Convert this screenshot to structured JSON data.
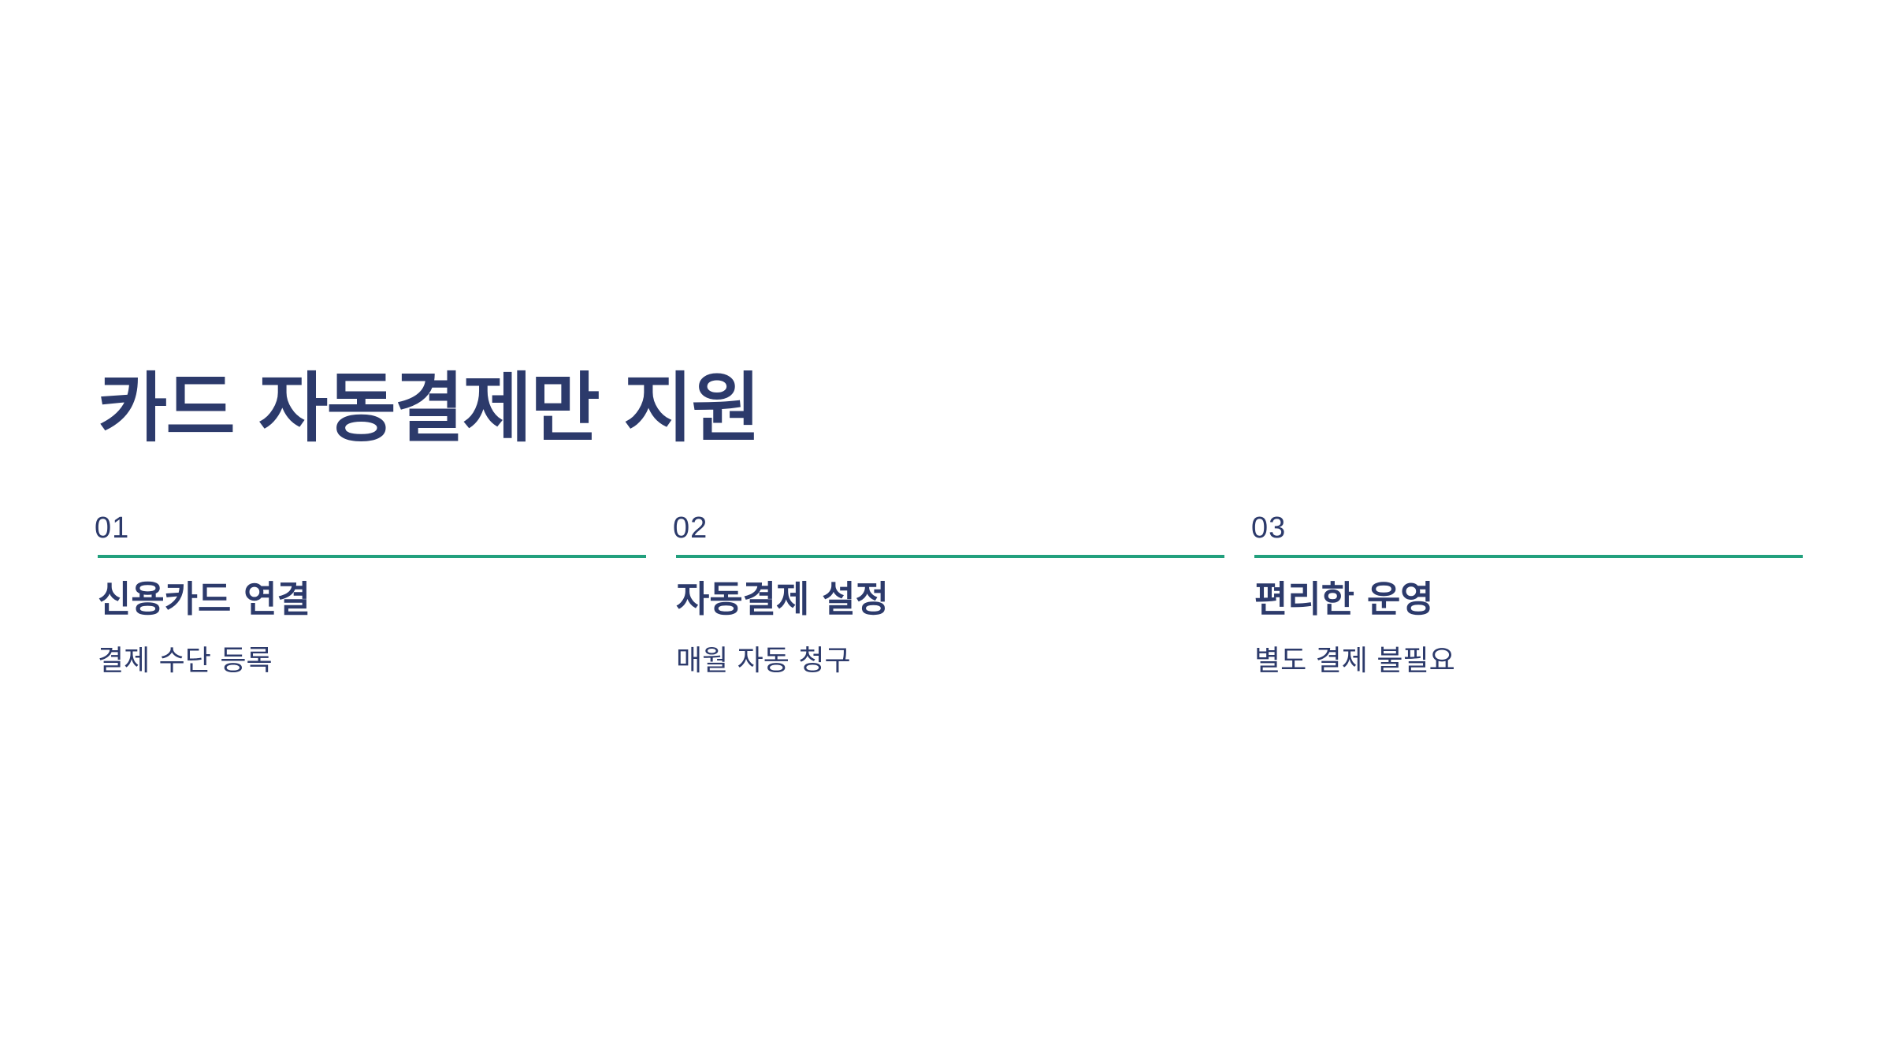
{
  "slide": {
    "title": "카드 자동결제만 지원",
    "accent_color": "#22a07d",
    "text_color": "#2c3a6b",
    "steps": [
      {
        "number": "01",
        "heading": "신용카드 연결",
        "description": "결제 수단 등록"
      },
      {
        "number": "02",
        "heading": "자동결제 설정",
        "description": "매월 자동 청구"
      },
      {
        "number": "03",
        "heading": "편리한 운영",
        "description": "별도 결제 불필요"
      }
    ]
  }
}
